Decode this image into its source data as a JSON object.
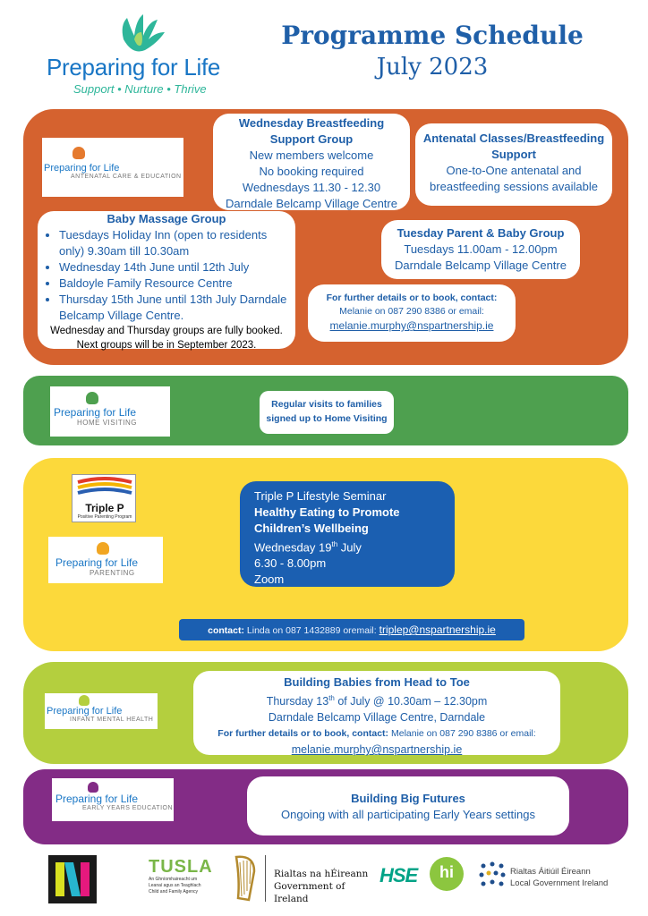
{
  "header": {
    "brand_name": "Preparing for Life",
    "tagline": "Support • Nurture • Thrive",
    "title_line1": "Programme Schedule",
    "title_line2": "July 2023"
  },
  "antenatal_section": {
    "logo_name": "Preparing for Life",
    "logo_sub": "ANTENATAL CARE & EDUCATION",
    "breastfeeding": {
      "title_line1": "Wednesday Breastfeeding",
      "title_line2": "Support Group",
      "line1": "New members welcome",
      "line2": "No booking required",
      "line3": "Wednesdays 11.30 - 12.30",
      "line4": "Darndale Belcamp Village Centre"
    },
    "antenatal_classes": {
      "title_line1": "Antenatal Classes/Breastfeeding",
      "title_line2": "Support",
      "line1": "One-to-One antenatal and",
      "line2": "breastfeeding sessions available"
    },
    "baby_massage": {
      "title": "Baby Massage Group",
      "bullets": [
        "Tuesdays Holiday Inn  (open to residents only) 9.30am till 10.30am",
        "Wednesday 14th June until 12th July",
        "Baldoyle Family Resource Centre",
        "Thursday 15th June until 13th July Darndale Belcamp Village Centre."
      ],
      "note_line1": "Wednesday and Thursday groups are fully booked.",
      "note_line2": "Next groups will be in September 2023."
    },
    "parent_baby": {
      "title": "Tuesday Parent & Baby Group",
      "line1": "Tuesdays 11.00am - 12.00pm",
      "line2": "Darndale Belcamp Village Centre"
    },
    "contact": {
      "title": "For further details or to book, contact:",
      "line1": "Melanie on 087 290 8386 or email:",
      "email": "melanie.murphy@nspartnership.ie"
    }
  },
  "home_visiting": {
    "logo_name": "Preparing for Life",
    "logo_sub": "HOME VISITING",
    "line1": "Regular visits to families",
    "line2": "signed up to Home Visiting"
  },
  "parenting": {
    "triple_p_name": "Triple P",
    "triple_p_sub": "Positive Parenting Program",
    "logo_name": "Preparing for Life",
    "logo_sub": "PARENTING",
    "seminar_label": "Triple P Lifestyle Seminar",
    "seminar_title_line1": "Healthy Eating to Promote",
    "seminar_title_line2": "Children’s Wellbeing",
    "date_prefix": "Wednesday 19",
    "date_sup": "th",
    "date_suffix": " July",
    "time": "6.30 - 8.00pm",
    "location": "Zoom",
    "contact_label": "contact:",
    "contact_text": "Linda  on 087 1432889 oremail:",
    "contact_email": "triplep@nspartnership.ie"
  },
  "infant_mental_health": {
    "logo_name": "Preparing for Life",
    "logo_sub": "INFANT MENTAL HEALTH",
    "title": "Building Babies from Head to Toe",
    "date_prefix": "Thursday 13",
    "date_sup": "th",
    "date_suffix": " of July @ 10.30am – 12.30pm",
    "location": "Darndale Belcamp Village Centre, Darndale",
    "contact_bold": "For further details or to book, contact:",
    "contact_text": "Melanie on 087 290 8386 or email:",
    "email": "melanie.murphy@nspartnership.ie"
  },
  "early_years": {
    "logo_name": "Preparing for Life",
    "logo_sub": "EARLY YEARS EDUCATION",
    "title": "Building Big Futures",
    "line1": "Ongoing with all participating Early Years settings"
  },
  "footer": {
    "tusla_name": "TUSLA",
    "tusla_irish_line1": "An Ghníomhaireacht um",
    "tusla_irish_line2": "Leanaí agus an Teaghlach",
    "tusla_en": "Child and Family Agency",
    "gov_irish": "Rialtas na hÉireann",
    "gov_en": "Government of Ireland",
    "hse": "HSE",
    "hi_text": "hi",
    "lg_irish": "Rialtas Áitiúil Éireann",
    "lg_en": "Local Government Ireland"
  },
  "colors": {
    "orange": "#d5622f",
    "green": "#4ea04f",
    "yellow": "#fcd93b",
    "lime": "#b4cf3e",
    "purple": "#832c86",
    "blue_text": "#1f5fa8",
    "blue_box": "#1b5fb1",
    "brand_blue": "#1976c5",
    "teal": "#2eb69a"
  }
}
